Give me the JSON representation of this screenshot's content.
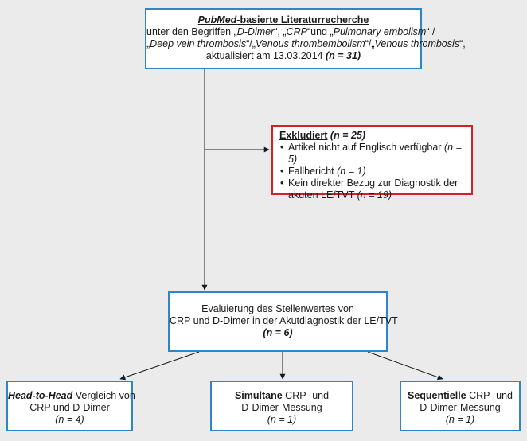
{
  "search_box": {
    "title_italic": "PubMed",
    "title_rest": "-basierte Literaturrecherche",
    "l2_a": "unter den Begriffen „",
    "l2_b": "D-Dimer",
    "l2_c": "“, „",
    "l2_d": "CRP",
    "l2_e": "“und „",
    "l2_f": "Pulmonary embolism",
    "l2_g": "“ /",
    "l3_a": "„",
    "l3_b": "Deep vein thrombosis",
    "l3_c": "“/„",
    "l3_d": "Venous thrombembolism",
    "l3_e": "“/„",
    "l3_f": "Venous thrombosis",
    "l3_g": "“,",
    "l4_text": "aktualisiert am 13.03.2014 ",
    "l4_count": "(n = 31)"
  },
  "excluded_box": {
    "title": "Exkludiert",
    "count": " (n = 25)",
    "items": [
      {
        "text": "Artikel nicht auf Englisch verfügbar ",
        "count": "(n = 5)"
      },
      {
        "text": "Fallbericht ",
        "count": "(n = 1)"
      },
      {
        "text": "Kein direkter Bezug zur Diagnostik der",
        "text2": "akuten LE/TVT ",
        "count": "(n = 19)"
      }
    ]
  },
  "evaluation_box": {
    "line1": "Evaluierung des Stellenwertes von",
    "line2": "CRP und D-Dimer in der Akutdiagnostik der LE/TVT",
    "count": "(n = 6)"
  },
  "result_boxes": [
    {
      "bold": "Head-to-Head",
      "rest": " Vergleich von",
      "line2": "CRP und D-Dimer",
      "count": "(n = 4)"
    },
    {
      "bold": "Simultane",
      "rest": " CRP- und",
      "line2": "D-Dimer-Messung",
      "count": "(n = 1)"
    },
    {
      "bold": "Sequentielle",
      "rest": " CRP- und",
      "line2": "D-Dimer-Messung",
      "count": "(n = 1)"
    }
  ],
  "colors": {
    "blue_border": "#2e86c8",
    "red_border": "#d6202a",
    "background": "#ebebeb",
    "line": "#1a1a1a"
  }
}
